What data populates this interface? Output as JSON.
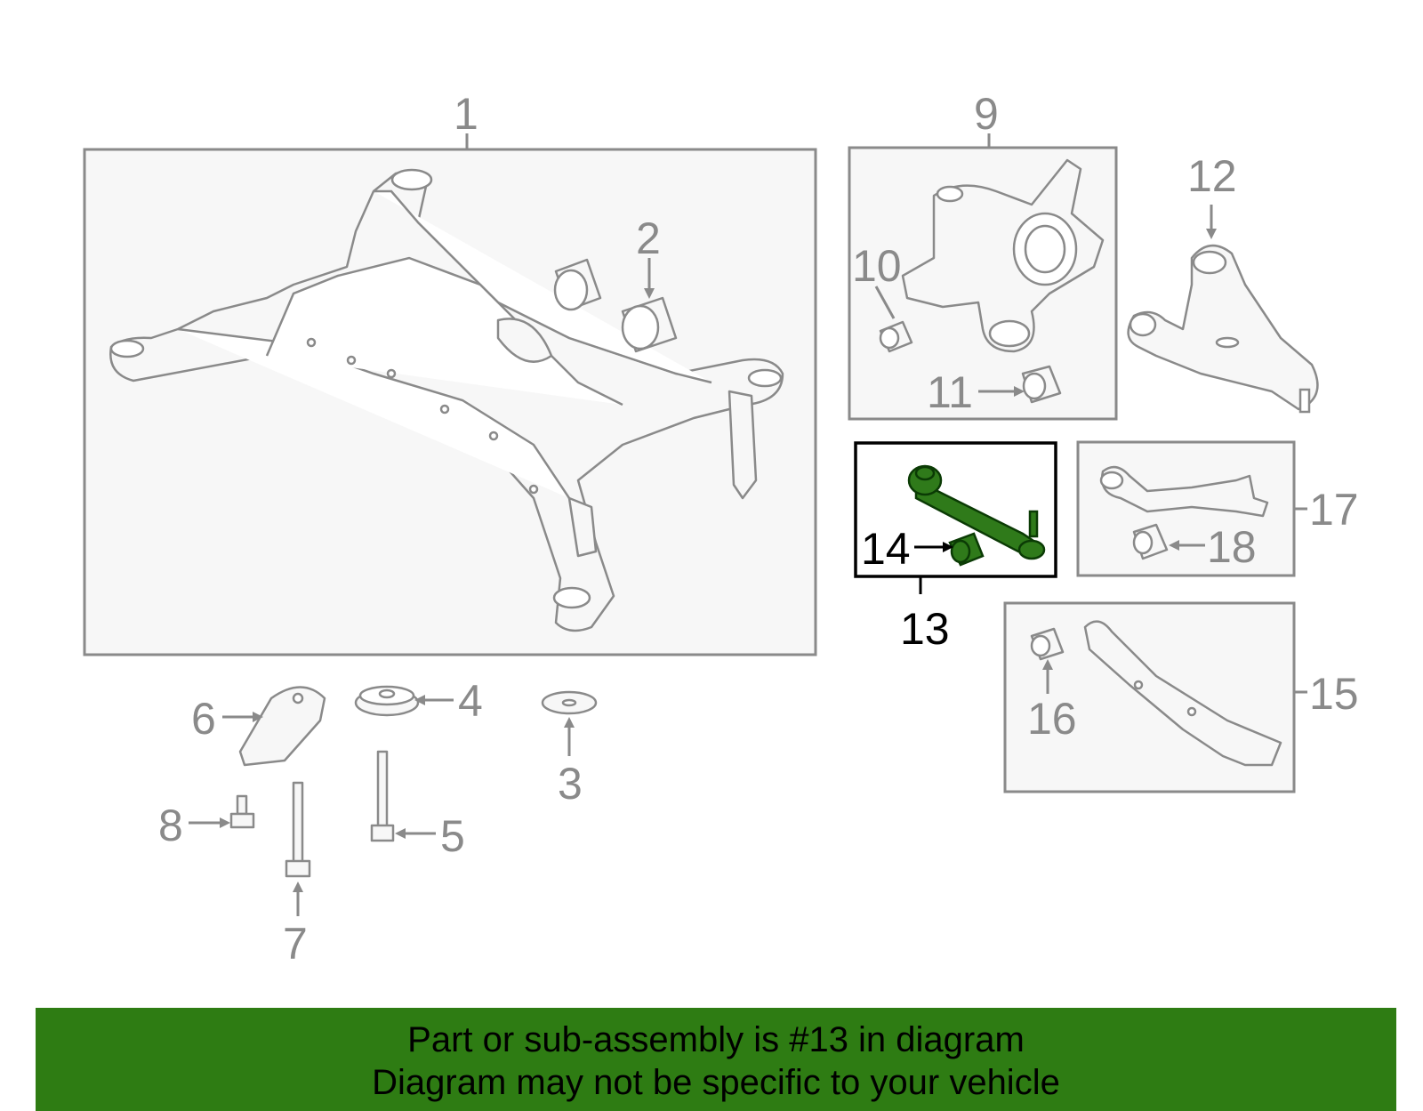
{
  "diagram": {
    "highlight_color": "#2e7c13",
    "callouts": {
      "c1": "1",
      "c2": "2",
      "c3": "3",
      "c4": "4",
      "c5": "5",
      "c6": "6",
      "c7": "7",
      "c8": "8",
      "c9": "9",
      "c10": "10",
      "c11": "11",
      "c12": "12",
      "c13": "13",
      "c14": "14",
      "c15": "15",
      "c16": "16",
      "c17": "17",
      "c18": "18"
    },
    "selected_part": "13"
  },
  "banner": {
    "line1": "Part or sub-assembly is #13 in diagram",
    "line2": "Diagram may not be specific to your vehicle",
    "background": "#2e7c13"
  }
}
